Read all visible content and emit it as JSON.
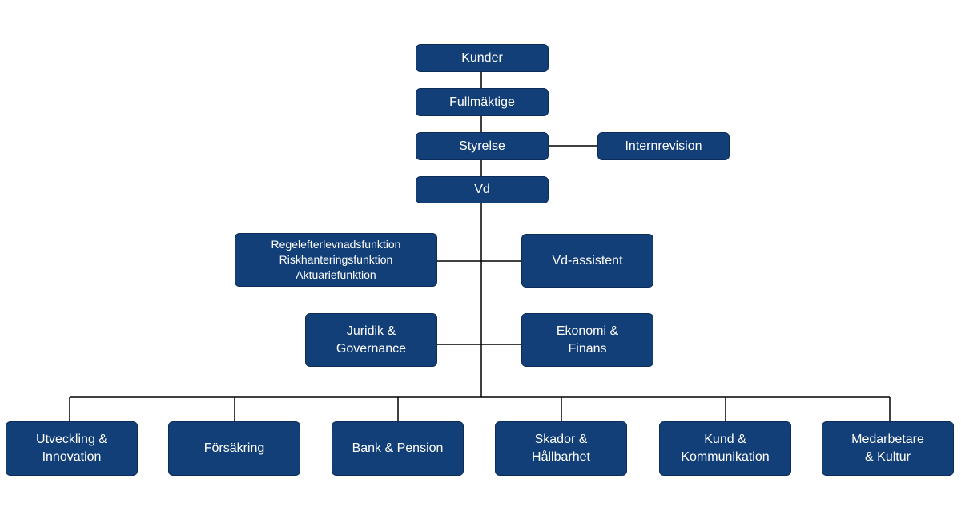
{
  "colors": {
    "box_fill": "#123f77",
    "line": "#000000"
  },
  "nodes": {
    "kunder": "Kunder",
    "fullmaktige": "Fullmäktige",
    "styrelse": "Styrelse",
    "internrevision": "Internrevision",
    "vd": "Vd",
    "control_functions": [
      "Regelefterlevnadsfunktion",
      "Riskhanteringsfunktion",
      "Aktuariefunktion"
    ],
    "vd_assistent": "Vd-assistent",
    "juridik": [
      "Juridik &",
      "Governance"
    ],
    "ekonomi": [
      "Ekonomi &",
      "Finans"
    ],
    "departments": [
      [
        "Utveckling &",
        "Innovation"
      ],
      [
        "Försäkring"
      ],
      [
        "Bank & Pension"
      ],
      [
        "Skador &",
        "Hållbarhet"
      ],
      [
        "Kund &",
        "Kommunikation"
      ],
      [
        "Medarbetare",
        "& Kultur"
      ]
    ]
  }
}
